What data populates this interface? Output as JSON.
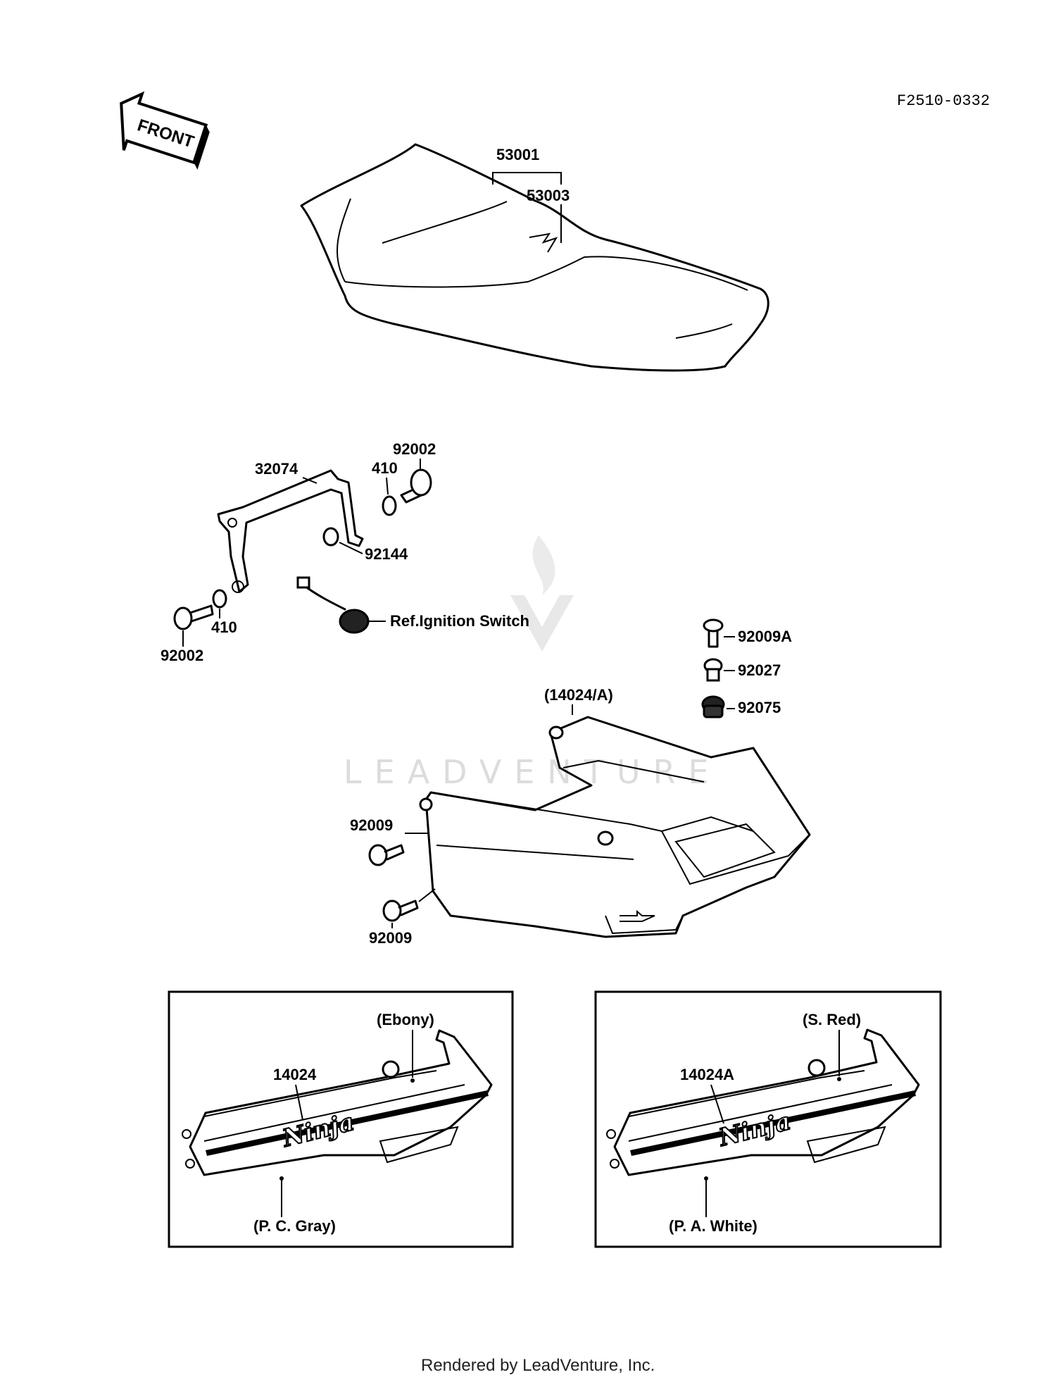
{
  "diagram_code": "F2510-0332",
  "front_label": "FRONT",
  "seat": {
    "assembly_part": "53001",
    "cover_part": "53003"
  },
  "seat_hardware": {
    "hook": "32074",
    "washer_top": "410",
    "bolt_top": "92002",
    "spring": "92144",
    "bolt_bottom": "92002",
    "washer_bottom": "410",
    "ignition_ref": "Ref.Ignition Switch"
  },
  "cover_hardware": {
    "bolt_a": "92009A",
    "collar": "92027",
    "damper": "92075",
    "cover_callout": "(14024/A)",
    "screw_upper": "92009",
    "screw_lower": "92009"
  },
  "variants": [
    {
      "part": "14024",
      "stripe_color": "(Ebony)",
      "body_color": "(P. C. Gray)",
      "logo": "Ninja"
    },
    {
      "part": "14024A",
      "stripe_color": "(S. Red)",
      "body_color": "(P. A. White)",
      "logo": "Ninja"
    }
  ],
  "watermark": "LEADVENTURE",
  "footer": "Rendered by LeadVenture, Inc."
}
